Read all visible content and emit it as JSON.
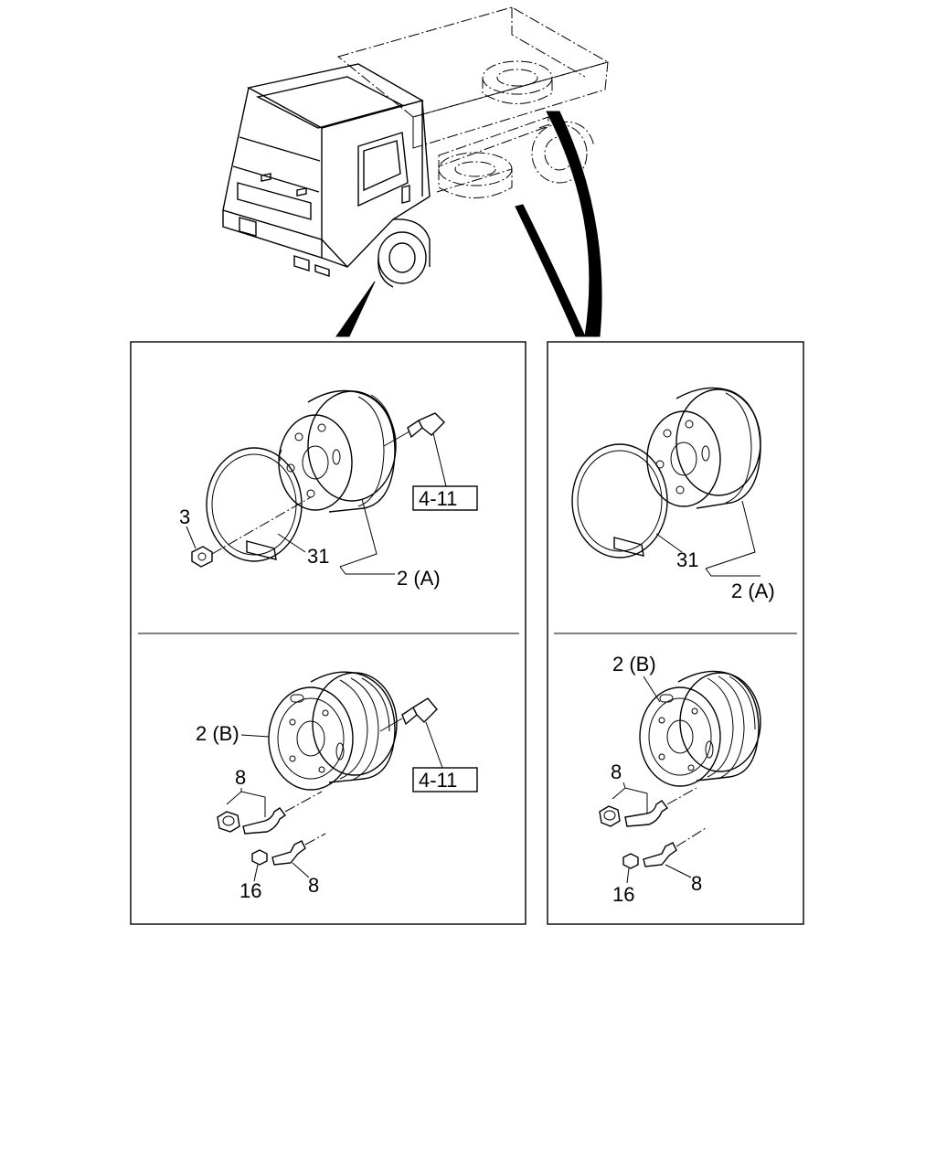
{
  "labels": {
    "left_upper": {
      "ref": "4-11",
      "nut": "3",
      "ring": "31",
      "wheel": "2 (A)"
    },
    "left_lower": {
      "ref": "4-11",
      "wheel": "2 (B)",
      "bolt_pair": "8",
      "nut_small": "16",
      "bolt_single": "8"
    },
    "right_upper": {
      "ring": "31",
      "wheel": "2 (A)"
    },
    "right_lower": {
      "wheel": "2 (B)",
      "bolt_pair": "8",
      "nut_small": "16",
      "bolt_single": "8"
    }
  }
}
